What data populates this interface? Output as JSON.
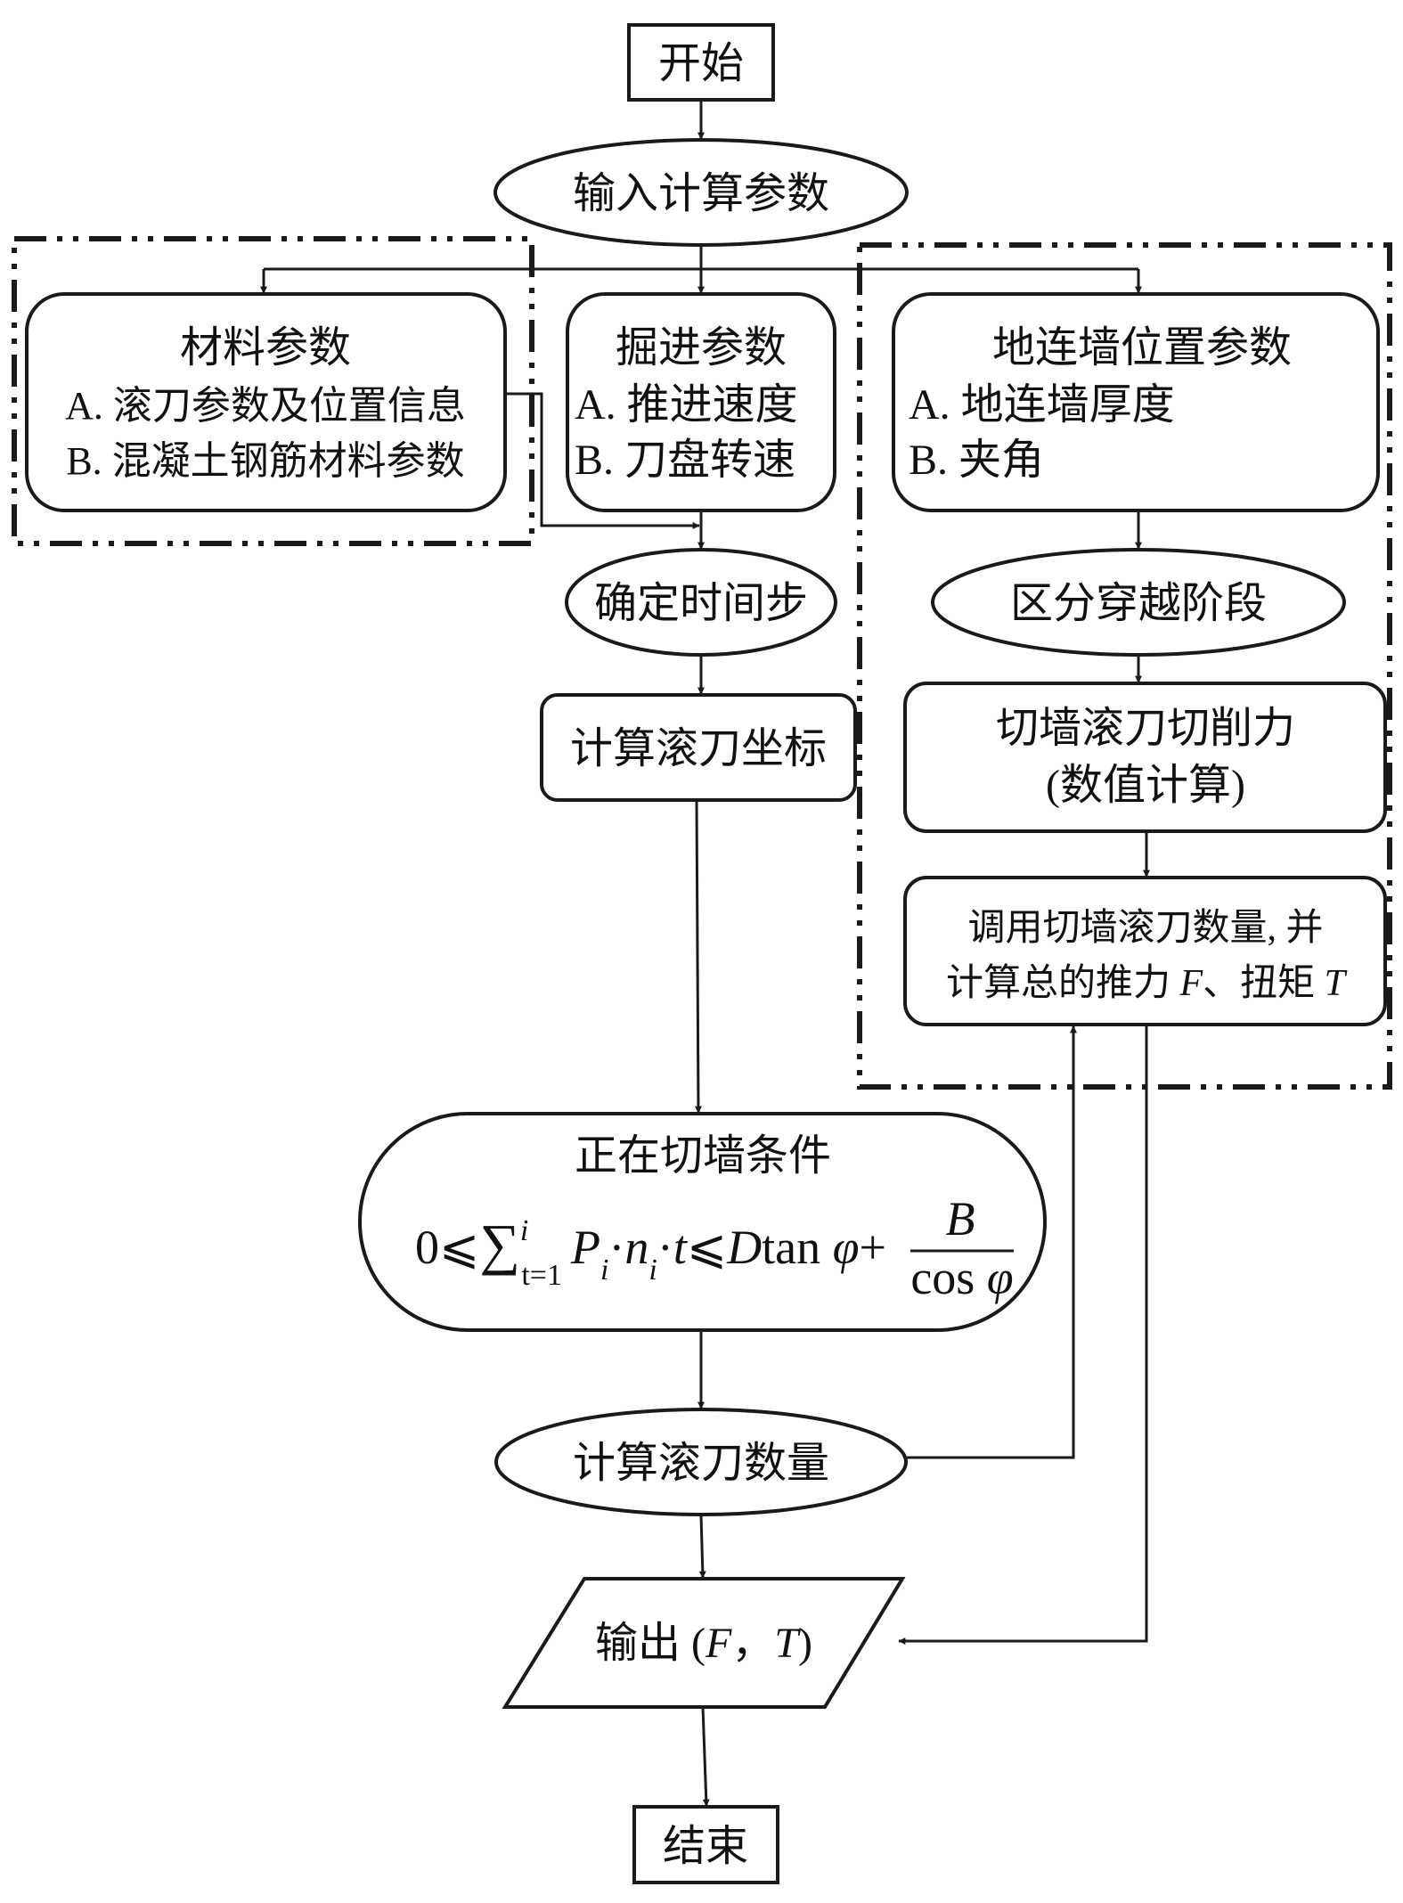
{
  "nodes": {
    "start": "开始",
    "input_params": "输入计算参数",
    "material": {
      "title": "材料参数",
      "line_a": "A. 滚刀参数及位置信息",
      "line_b": "B. 混凝土钢筋材料参数"
    },
    "excavation": {
      "title": "掘进参数",
      "line_a": "A. 推进速度",
      "line_b": "B. 刀盘转速"
    },
    "wall_position": {
      "title": "地连墙位置参数",
      "line_a": "A. 地连墙厚度",
      "line_b": "B. 夹角"
    },
    "time_step": "确定时间步",
    "cutter_coords": "计算滚刀坐标",
    "stage": "区分穿越阶段",
    "cutting_force": {
      "line1": "切墙滚刀切削力",
      "line2": "(数值计算)"
    },
    "call_count": {
      "line1": "调用切墙滚刀数量, 并",
      "line2_prefix": "计算总的推力 ",
      "line2_F": "F",
      "line2_mid": "、扭矩 ",
      "line2_T": "T"
    },
    "condition": {
      "title": "正在切墙条件",
      "formula": {
        "lhs": "0⩽",
        "sum": "∑",
        "sum_sup": "i",
        "sum_sub": "t=1",
        "P": "P",
        "P_sub": "i",
        "dot1": "·",
        "n": "n",
        "n_sub": "i",
        "dot2": "·",
        "t": "t",
        "le": "⩽",
        "D": "D",
        "tan": "tan ",
        "phi": "φ",
        "plus": "+",
        "num": "B",
        "den_cos": "cos ",
        "den_phi": "φ"
      }
    },
    "cutter_count": "计算滚刀数量",
    "output": {
      "prefix": "输出 (",
      "F": "F",
      "sep": "，",
      "T": "T",
      "suffix": ")"
    },
    "end": "结束"
  }
}
